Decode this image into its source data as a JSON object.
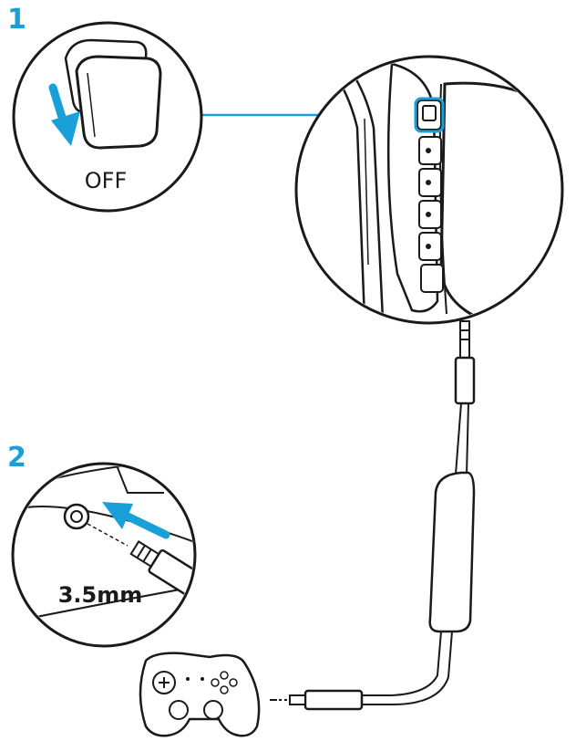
{
  "steps": [
    {
      "number": "1",
      "label": "OFF"
    },
    {
      "number": "2",
      "label": "3.5mm"
    }
  ],
  "colors": {
    "accent": "#1aa0d8",
    "line": "#1a1a1a",
    "background": "#ffffff"
  },
  "icons": [
    "power-switch-icon",
    "headset-earcup-icon",
    "audio-jack-icon",
    "gamepad-icon",
    "arrow-icon"
  ]
}
